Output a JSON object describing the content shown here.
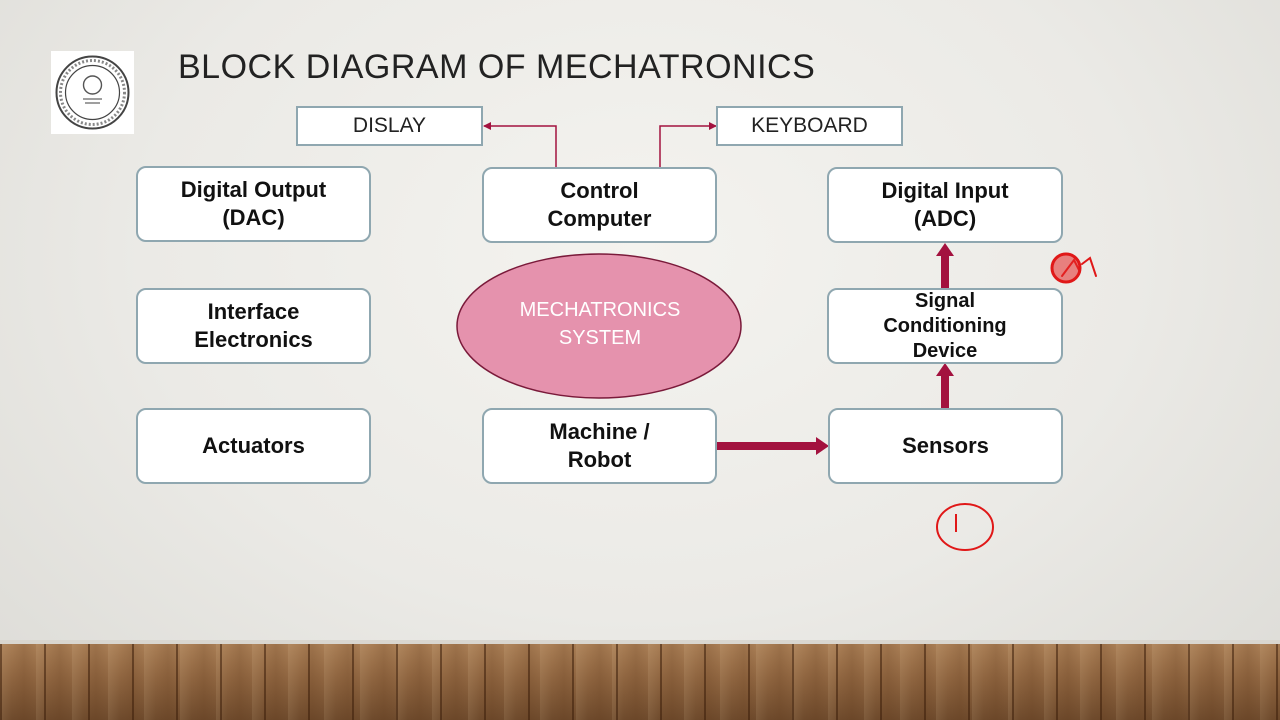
{
  "title": "BLOCK DIAGRAM OF MECHATRONICS",
  "blocks": {
    "display": "DISLAY",
    "keyboard": "KEYBOARD",
    "digital_output": "Digital Output\n(DAC)",
    "control_computer": "Control\nComputer",
    "digital_input": "Digital Input\n(ADC)",
    "interface_electronics": "Interface\nElectronics",
    "signal_conditioning": "Signal\nConditioning\nDevice",
    "actuators": "Actuators",
    "machine_robot": "Machine /\nRobot",
    "sensors": "Sensors",
    "center": "MECHATRONICS\nSYSTEM"
  },
  "colors": {
    "arrow": "#a3123f",
    "ellipse_fill": "#e592ad",
    "ellipse_stroke": "#7a1a3a",
    "box_border": "#8fa7b0",
    "annotation": "#e01818"
  }
}
